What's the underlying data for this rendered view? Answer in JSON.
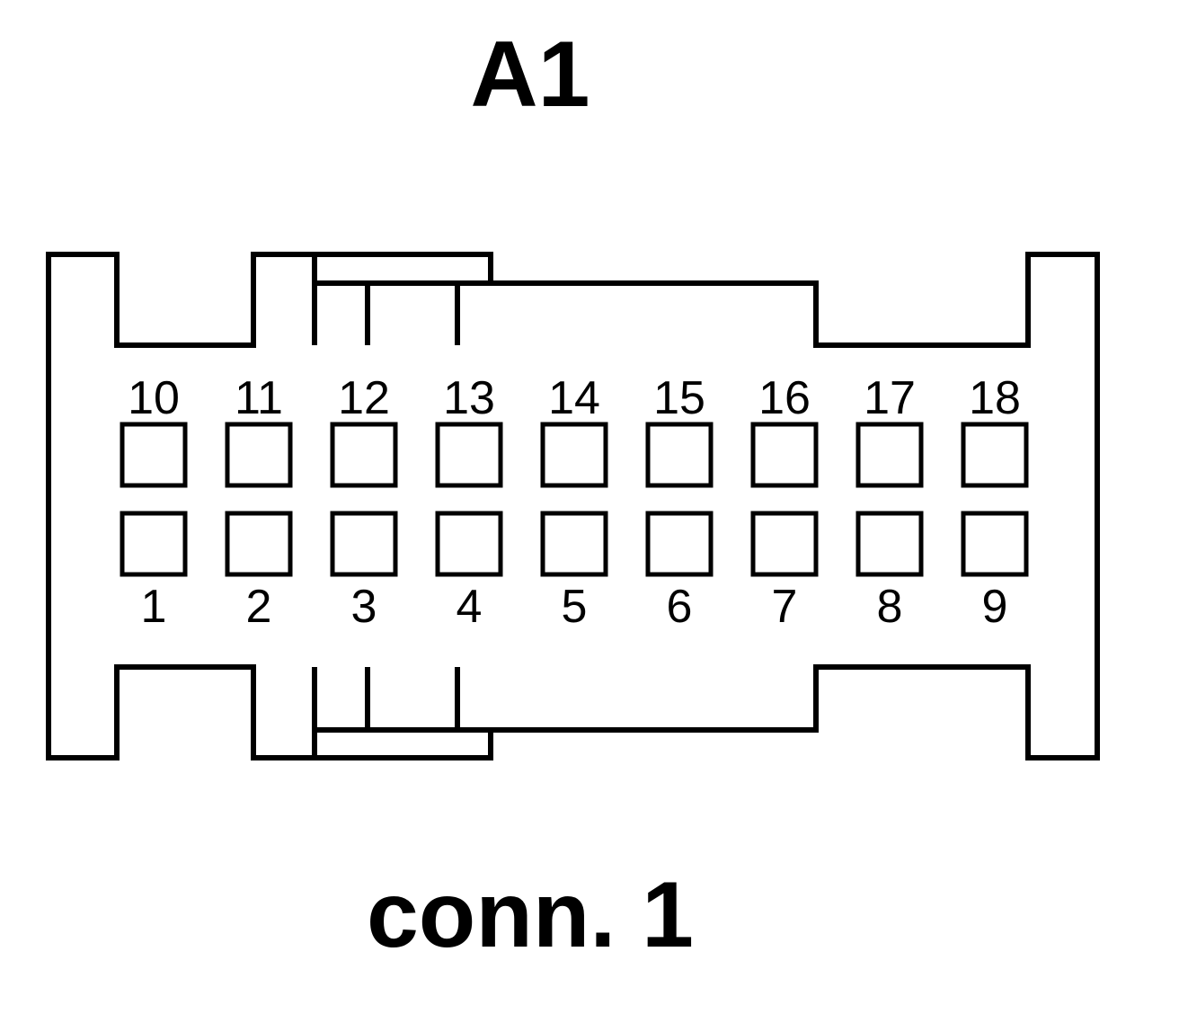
{
  "diagram": {
    "title": "A1",
    "caption": "conn. 1",
    "top_row_pins": [
      "10",
      "11",
      "12",
      "13",
      "14",
      "15",
      "16",
      "17",
      "18"
    ],
    "bottom_row_pins": [
      "1",
      "2",
      "3",
      "4",
      "5",
      "6",
      "7",
      "8",
      "9"
    ]
  },
  "colors": {
    "line": "#000000",
    "background": "#ffffff"
  }
}
